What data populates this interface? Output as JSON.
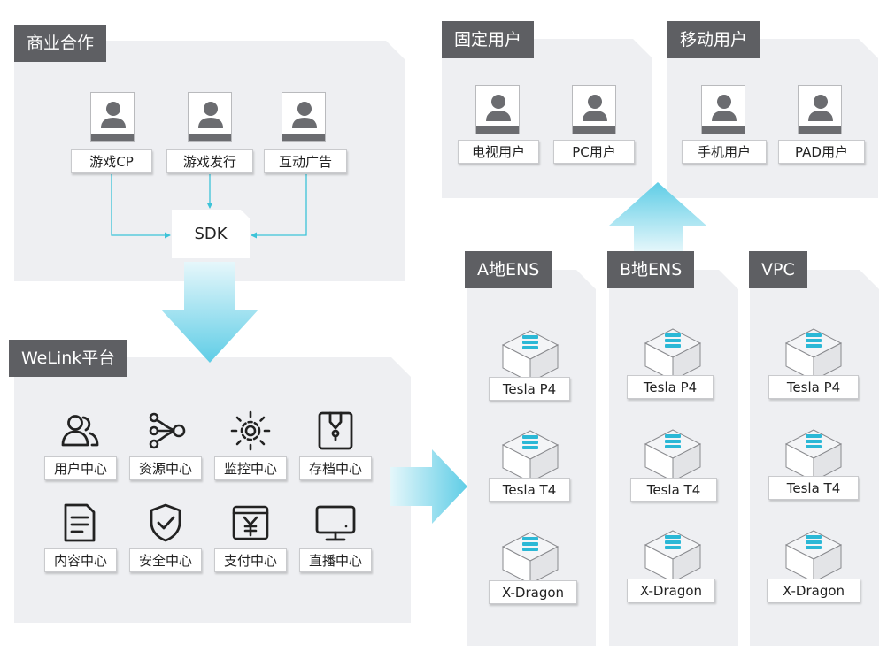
{
  "business": {
    "title": "商业合作",
    "partners": [
      "游戏CP",
      "游戏发行",
      "互动广告"
    ],
    "sdk": "SDK"
  },
  "platform": {
    "title": "WeLink平台",
    "centers": [
      {
        "label": "用户中心",
        "icon": "users-icon"
      },
      {
        "label": "资源中心",
        "icon": "network-icon"
      },
      {
        "label": "监控中心",
        "icon": "gear-monitor-icon"
      },
      {
        "label": "存档中心",
        "icon": "archive-box-icon"
      },
      {
        "label": "内容中心",
        "icon": "document-icon"
      },
      {
        "label": "安全中心",
        "icon": "shield-icon"
      },
      {
        "label": "支付中心",
        "icon": "yen-payment-icon"
      },
      {
        "label": "直播中心",
        "icon": "monitor-icon"
      }
    ]
  },
  "fixed_users": {
    "title": "固定用户",
    "users": [
      "电视用户",
      "PC用户"
    ]
  },
  "mobile_users": {
    "title": "移动用户",
    "users": [
      "手机用户",
      "PAD用户"
    ]
  },
  "clusters": [
    {
      "title": "A地ENS",
      "servers": [
        "Tesla P4",
        "Tesla T4",
        "X-Dragon"
      ]
    },
    {
      "title": "B地ENS",
      "servers": [
        "Tesla P4",
        "Tesla T4",
        "X-Dragon"
      ]
    },
    {
      "title": "VPC",
      "servers": [
        "Tesla P4",
        "Tesla T4",
        "X-Dragon"
      ]
    }
  ],
  "colors": {
    "title_bg": "#5e5f63",
    "panel_bg": "#eeeff2",
    "connector": "#3cc3d8",
    "server_accent": "#2bb8d6",
    "arrow_gradient": [
      "#e6f7fb",
      "#5fcde6"
    ]
  }
}
